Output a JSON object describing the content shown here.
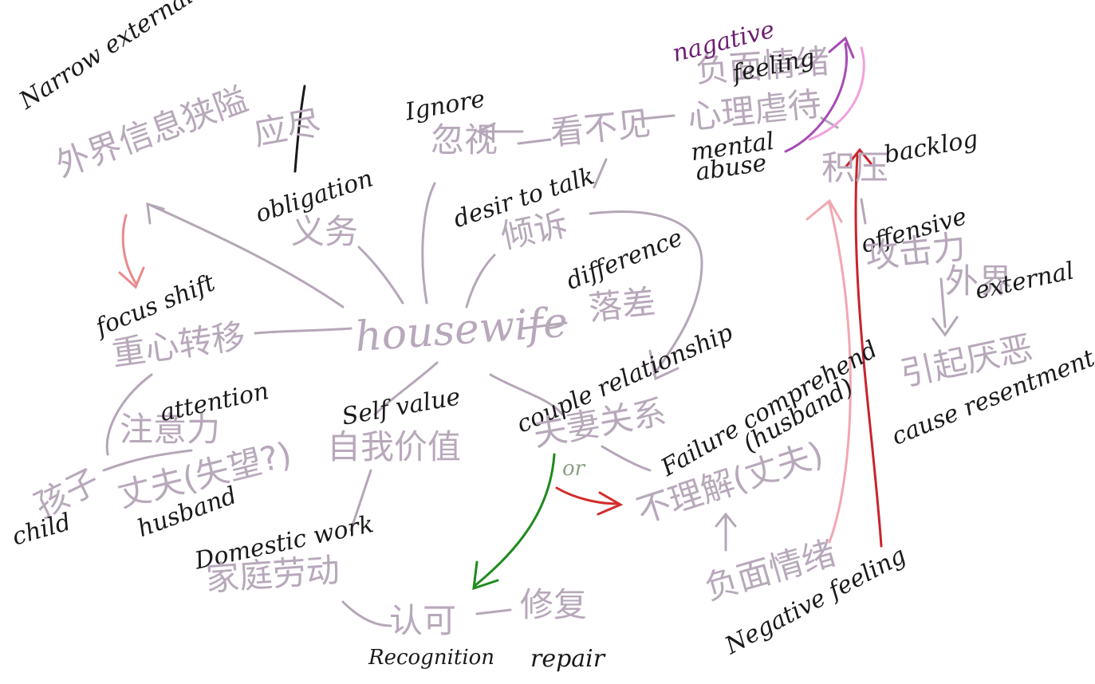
{
  "nodes": {
    "center": "housewife",
    "external_info": {
      "en": "Narrow external information",
      "zh": "外界信息狭隘"
    },
    "obligation": {
      "en": "obligation",
      "zh": "义务",
      "zh_top": "应尽"
    },
    "ignore": {
      "en": "Ignore",
      "zh": "忽视"
    },
    "not_see": {
      "zh": "看不见"
    },
    "mental_abuse": {
      "en_line1": "mental",
      "en_line2": "abuse",
      "zh": "心理虐待"
    },
    "negative_feeling_top": {
      "en_line1": "nagative",
      "en_line2": "feeling",
      "zh": "负面情绪"
    },
    "backlog": {
      "en": "backlog",
      "zh": "积压"
    },
    "desire": {
      "en": "desir to talk",
      "zh": "倾诉"
    },
    "difference": {
      "en": "difference",
      "zh": "落差"
    },
    "focus_shift": {
      "en": "focus shift",
      "zh": "重心转移"
    },
    "attention": {
      "en": "attention",
      "zh": "注意力"
    },
    "child": {
      "en": "child",
      "zh": "孩子"
    },
    "husband": {
      "en": "husband",
      "zh": "丈夫(失望?)"
    },
    "self_value": {
      "en": "Self value",
      "zh": "自我价值"
    },
    "domestic_work": {
      "en": "Domestic work",
      "zh": "家庭劳动"
    },
    "couple": {
      "en": "couple relationship",
      "zh": "夫妻关系"
    },
    "or": "or",
    "failure": {
      "en_line1": "Failure comprehend",
      "en_line2": "(husband)",
      "zh": "不理解(丈夫)"
    },
    "recognition": {
      "en": "Recognition",
      "zh": "认可"
    },
    "repair": {
      "en": "repair",
      "zh": "修复"
    },
    "negative_feeling_bottom": {
      "en": "Negative feeling",
      "zh": "负面情绪"
    },
    "offensive": {
      "en": "offensive",
      "zh": "攻击力"
    },
    "external": {
      "en": "external",
      "zh": "外界"
    },
    "resentment": {
      "en": "cause resentment",
      "zh": "引起厌恶"
    }
  },
  "colors": {
    "chinese_text": "#b8a8bb",
    "english_text": "#1a1a1a",
    "connector": "#b5a6b8",
    "green_arrow": "#1f8a1f",
    "red_arrow": "#d22d2d",
    "pink_arrow": "#f2a7b0",
    "purple": "#a64bb5"
  }
}
